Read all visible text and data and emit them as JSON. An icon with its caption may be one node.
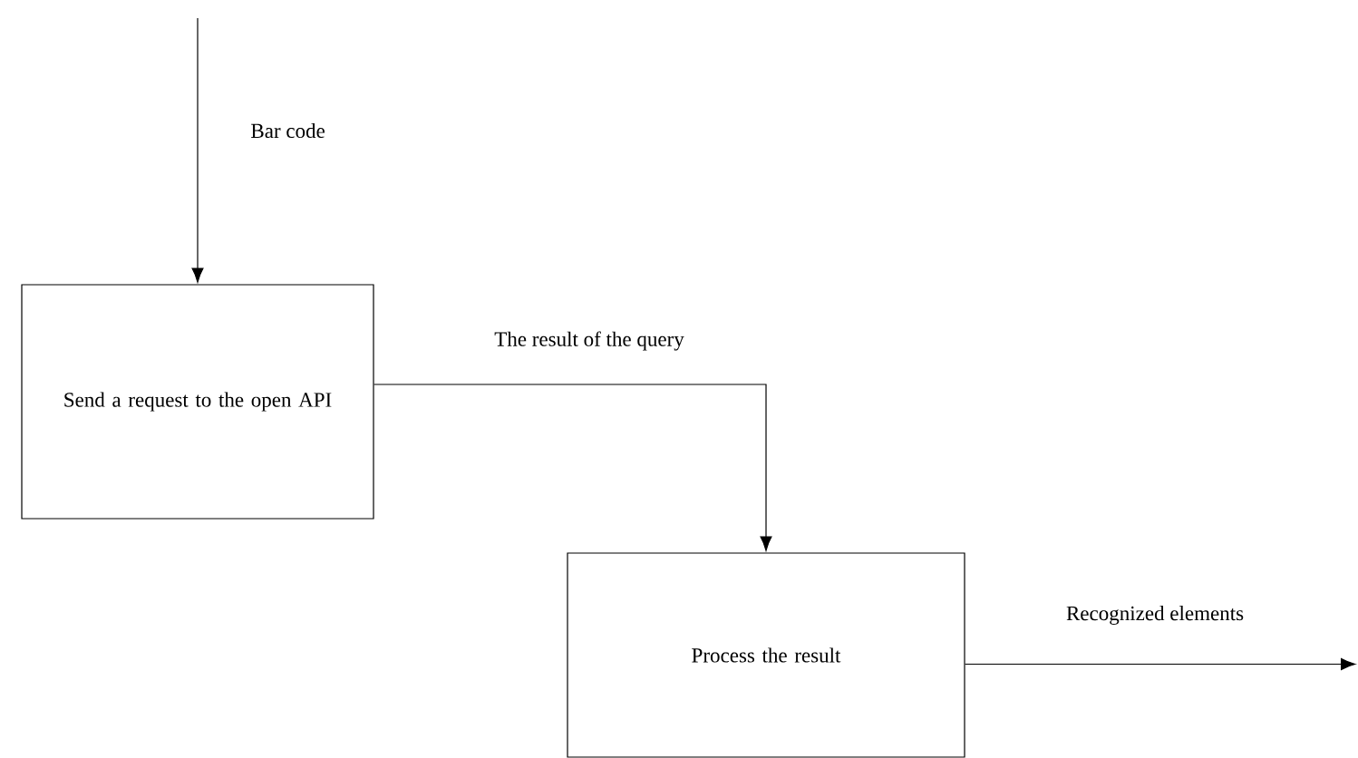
{
  "diagram": {
    "nodes": [
      {
        "text": [
          "Send a request to the open API"
        ]
      },
      {
        "text": [
          "Process the result"
        ]
      }
    ],
    "edges": [
      {
        "from": null,
        "to": 0,
        "arrow": "to",
        "label": "Bar code"
      },
      {
        "from": 0,
        "to": 1,
        "arrow": "to",
        "label": "The result of the query"
      },
      {
        "from": 1,
        "to": null,
        "arrow": "to",
        "label": "Recognized elements"
      }
    ]
  }
}
